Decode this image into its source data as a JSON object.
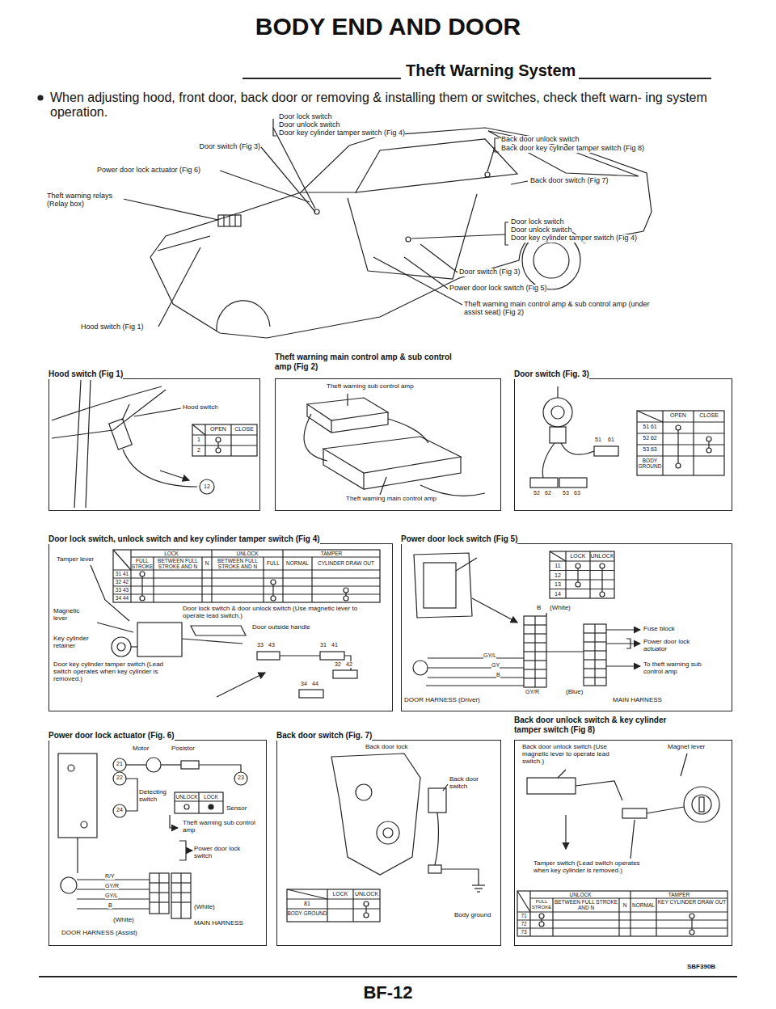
{
  "diagram": {
    "title": "BODY END AND DOOR",
    "nodes": [
      {
        "text": [
          "Hood switch (Fig 1)"
        ]
      },
      {
        "text": [
          "Theft warning main control amp & sub control amp (Fig 2)"
        ]
      },
      {
        "text": [
          "Door switch (Fig. 3)"
        ]
      },
      {
        "text": [
          "Door lock switch, unlock switch and key cylinder tamper switch (Fig 4)"
        ]
      },
      {
        "text": [
          "Power door lock switch (Fig 5)"
        ]
      },
      {
        "text": [
          "Power door lock actuator (Fig. 6)"
        ]
      },
      {
        "text": [
          "Back door switch (Fig. 7)"
        ]
      },
      {
        "text": [
          "Back door unlock switch & key cylinder tamper switch (Fig 8)"
        ]
      }
    ],
    "labels": [
      "Theft Warning System",
      "When adjusting hood, front door, back door or removing & installing them or switches, check theft warn- ing system operation.",
      "Door lock switch",
      "Door unlock switch",
      "Door key cylinder tamper switch (Fig 4)",
      "Back door unlock switch",
      "Back door key cylinder tamper switch (Fig 8)",
      "Door switch (Fig 3)",
      "Power door lock actuator (Fig 6)",
      "Theft warning relays (Relay box)",
      "Back door switch (Fig 7)",
      "Door lock switch",
      "Door unlock switch",
      "Door key cylinder tamper switch (Fig 4)",
      "Door switch (Fig 3)",
      "Power door lock switch (Fig 5)",
      "Theft warning main control amp & sub control amp (under assist seat) (Fig 2)",
      "Hood switch (Fig 1)",
      "Hood switch",
      "OPEN",
      "CLOSE",
      "1",
      "2",
      "12",
      "Theft warning sub control amp",
      "Theft warning main control amp",
      "OPEN",
      "CLOSE",
      "51 61",
      "52 62",
      "53 63",
      "BODY GROUND",
      "51",
      "61",
      "52",
      "62",
      "53",
      "63",
      "Tamper lever",
      "LOCK",
      "UNLOCK",
      "TAMPER",
      "FULL STROKE",
      "BETWEEN FULL STROKE AND N",
      "N",
      "BETWEEN FULL STROKE AND N",
      "FULL",
      "NORMAL",
      "CYLINDER DRAW OUT",
      "31 41",
      "32 42",
      "33 43",
      "34 44",
      "Magnetic lever",
      "Door lock switch & door unlock switch (Use magnetic lever to operate lead switch.)",
      "Door outside handle",
      "Key cylinder retainer",
      "Door key cylinder tamper switch (Lead switch operates when key cylinder is removed.)",
      "33",
      "43",
      "31",
      "41",
      "32",
      "42",
      "34",
      "44",
      "LOCK",
      "UNLOCK",
      "11",
      "12",
      "13",
      "14",
      "B",
      "(White)",
      "Fuse block",
      "Power door lock actuator",
      "To theft warning sub control amp",
      "GY/L",
      "GY",
      "B",
      "GY/R",
      "DOOR HARNESS (Driver)",
      "(Blue)",
      "MAIN HARNESS",
      "Motor",
      "Posistor",
      "21",
      "22",
      "23",
      "24",
      "Detecting switch",
      "UNLOCK",
      "LOCK",
      "Sensor",
      "Theft warning sub control amp",
      "Power door lock switch",
      "R/Y",
      "GY/R",
      "GY/L",
      "B",
      "(White)",
      "(White)",
      "DOOR HARNESS (Assist)",
      "MAIN HARNESS",
      "Back door lock",
      "Back door switch",
      "LOCK",
      "UNLOCK",
      "81",
      "BODY GROUND",
      "Body ground",
      "Back door unlock switch (Use magnetic lever to operate lead switch.)",
      "Magnet lever",
      "Tamper switch (Lead switch operates when key cylinder is removed.)",
      "UNLOCK",
      "TAMPER",
      "FULL STROKE",
      "BETWEEN FULL STROKE AND N",
      "N",
      "NORMAL",
      "KEY CYLINDER DRAW OUT",
      "71",
      "72",
      "73",
      "SBF390B",
      "BF-12"
    ]
  }
}
